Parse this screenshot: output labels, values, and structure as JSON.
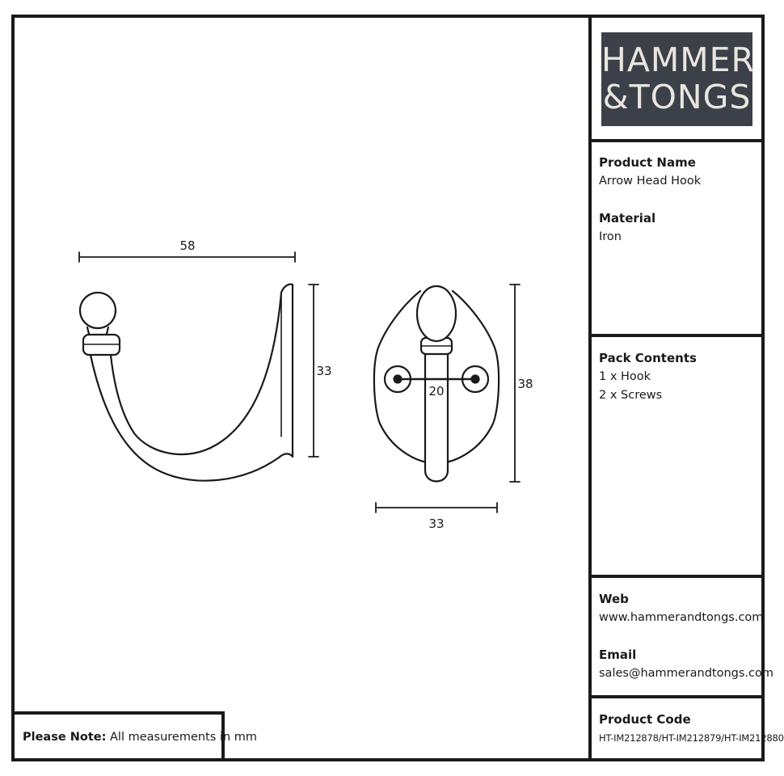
{
  "logo": {
    "line1": "HAMMER",
    "line2": "&TONGS"
  },
  "product_name": {
    "label": "Product Name",
    "value": "Arrow Head Hook"
  },
  "material": {
    "label": "Material",
    "value": "Iron"
  },
  "pack_contents": {
    "label": "Pack Contents",
    "items": [
      "1 x Hook",
      "2 x Screws"
    ]
  },
  "web": {
    "label": "Web",
    "value": "www.hammerandtongs.com"
  },
  "email": {
    "label": "Email",
    "value": "sales@hammerandtongs.com"
  },
  "product_code": {
    "label": "Product Code",
    "value": "HT-IM212878/HT-IM212879/HT-IM212880"
  },
  "note": {
    "label": "Please Note:",
    "text": "All measurements in mm"
  },
  "dimensions": {
    "side_width": "58",
    "side_height": "33",
    "front_width": "33",
    "front_height": "38",
    "hole_spacing": "20"
  }
}
